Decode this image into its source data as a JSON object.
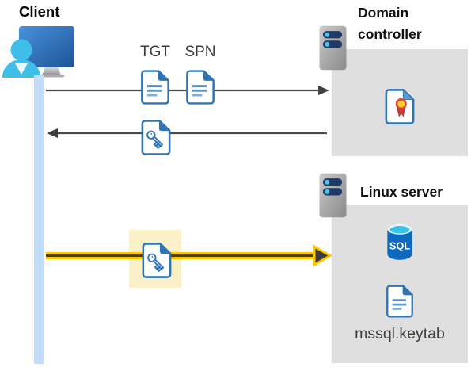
{
  "client": {
    "label": "Client"
  },
  "domain_controller": {
    "label": "Domain controller"
  },
  "linux_server": {
    "label": "Linux server",
    "sql_badge": "SQL",
    "keytab_label": "mssql.keytab"
  },
  "tickets": {
    "tgt_label": "TGT",
    "spn_label": "SPN"
  },
  "arrows": {
    "request": {
      "from": "Client",
      "to": "Domain controller"
    },
    "response": {
      "from": "Domain controller",
      "to": "Client"
    },
    "service_ticket": {
      "from": "Client",
      "to": "Linux server",
      "highlighted": true
    }
  },
  "icons": {
    "client": "user-at-monitor-icon",
    "domain_controller": "server-icon",
    "linux_server": "server-icon",
    "tgt": "document-icon",
    "spn": "document-icon",
    "response_ticket": "key-document-icon",
    "service_ticket": "key-document-icon",
    "domain_certificate": "certificate-document-icon",
    "database": "sql-database-icon",
    "keytab": "document-icon"
  },
  "colors": {
    "document_blue": "#2E75B6",
    "highlight_yellow": "#FAF1C9",
    "arrow_gold": "#FFC600",
    "arrow_gray": "#4A4A4A",
    "box_gray": "#DFDFDF",
    "lifeline_blue": "#C3DCF8",
    "person_cyan": "#3FBEE9",
    "sql_blue": "#0D69C0"
  }
}
